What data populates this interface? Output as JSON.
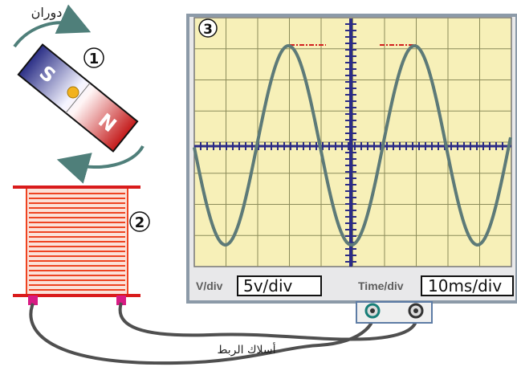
{
  "labels": {
    "rotation": "دوران",
    "wires": "أسلاك الربط",
    "num1": "1",
    "num2": "2",
    "num3": "3"
  },
  "magnet": {
    "south": "S",
    "north": "N"
  },
  "oscilloscope": {
    "vdiv_label": "V/div",
    "vdiv_value": "5v/div",
    "timediv_label": "Time/div",
    "timediv_value": "10ms/div"
  },
  "colors": {
    "screen": "#f7f0b8",
    "grid": "#8c8c5a",
    "axis": "#2b2b86",
    "wave": "#5d7a78",
    "peak_line": "#d21f1f",
    "coil": "#ee4422",
    "frame": "#7f97ad",
    "arrow": "#4f7f7a"
  },
  "icons": {
    "rotation_arrow_top": "curved-arrow-icon",
    "rotation_arrow_bottom": "curved-arrow-icon"
  }
}
